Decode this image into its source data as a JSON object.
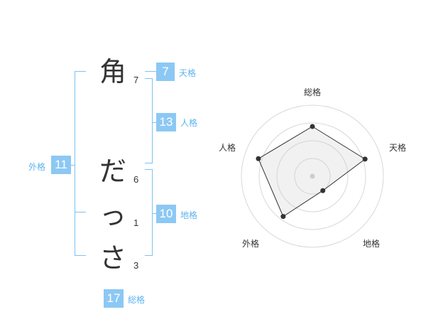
{
  "name": {
    "chars": [
      {
        "char": "角",
        "strokes": "7"
      },
      {
        "char": "だ",
        "strokes": "6"
      },
      {
        "char": "っ",
        "strokes": "1"
      },
      {
        "char": "さ",
        "strokes": "3"
      }
    ]
  },
  "kakusu": {
    "tenkaku": {
      "label": "天格",
      "value": "7"
    },
    "jinkaku": {
      "label": "人格",
      "value": "13"
    },
    "chikaku": {
      "label": "地格",
      "value": "10"
    },
    "gaikaku": {
      "label": "外格",
      "value": "11"
    },
    "soukaku": {
      "label": "総格",
      "value": "17"
    }
  },
  "colors": {
    "accent": "#8cc8f4",
    "label": "#5cb4ec",
    "bracket": "#7cc2f2"
  },
  "chart_data": {
    "type": "radar",
    "axes": [
      "総格",
      "天格",
      "地格",
      "外格",
      "人格"
    ],
    "values": [
      0.7,
      0.78,
      0.25,
      0.7,
      0.8
    ],
    "range": [
      0,
      1
    ],
    "rings": 4
  }
}
